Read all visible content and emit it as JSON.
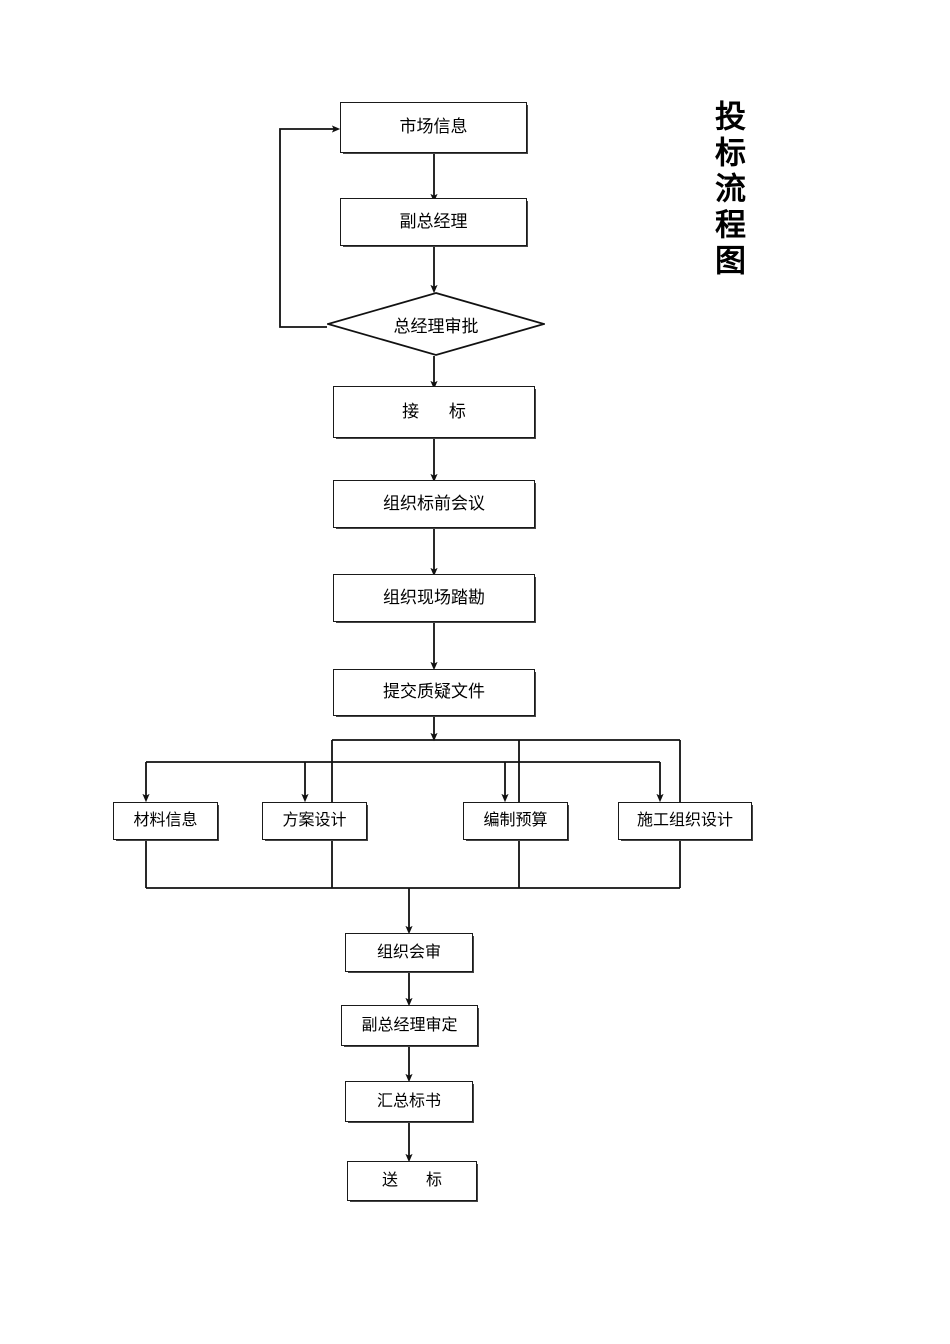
{
  "document": {
    "title": "投标流程图",
    "title_orientation": "vertical"
  },
  "theme": {
    "background": "#ffffff",
    "line_color": "#1a1a1a",
    "box_fill": "#ffffff",
    "text_color": "#000000",
    "shadow_color": "#444444"
  },
  "nodes": {
    "market_info": {
      "label": "市场信息",
      "shape": "rect"
    },
    "deputy_gm": {
      "label": "副总经理",
      "shape": "rect"
    },
    "gm_approval": {
      "label": "总经理审批",
      "shape": "diamond"
    },
    "accept_bid": {
      "label": "接 标",
      "shape": "rect",
      "spaced": true
    },
    "pre_bid_meeting": {
      "label": "组织标前会议",
      "shape": "rect"
    },
    "site_survey": {
      "label": "组织现场踏勘",
      "shape": "rect"
    },
    "submit_query": {
      "label": "提交质疑文件",
      "shape": "rect"
    },
    "material_info": {
      "label": "材料信息",
      "shape": "rect"
    },
    "scheme_design": {
      "label": "方案设计",
      "shape": "rect"
    },
    "budget_prep": {
      "label": "编制预算",
      "shape": "rect"
    },
    "construction_org_design": {
      "label": "施工组织设计",
      "shape": "rect"
    },
    "joint_review": {
      "label": "组织会审",
      "shape": "rect"
    },
    "deputy_gm_final": {
      "label": "副总经理审定",
      "shape": "rect"
    },
    "compile_bid": {
      "label": "汇总标书",
      "shape": "rect"
    },
    "deliver_bid": {
      "label": "送 标",
      "shape": "rect",
      "spaced": true
    }
  },
  "flow": {
    "sequence": [
      "market_info",
      "deputy_gm",
      "gm_approval",
      "accept_bid",
      "pre_bid_meeting",
      "site_survey",
      "submit_query"
    ],
    "parallel_branch": [
      "material_info",
      "scheme_design",
      "budget_prep",
      "construction_org_design"
    ],
    "merge_sequence": [
      "joint_review",
      "deputy_gm_final",
      "compile_bid",
      "deliver_bid"
    ],
    "feedback_edge": {
      "from": "gm_approval",
      "to": "market_info",
      "label": ""
    }
  }
}
